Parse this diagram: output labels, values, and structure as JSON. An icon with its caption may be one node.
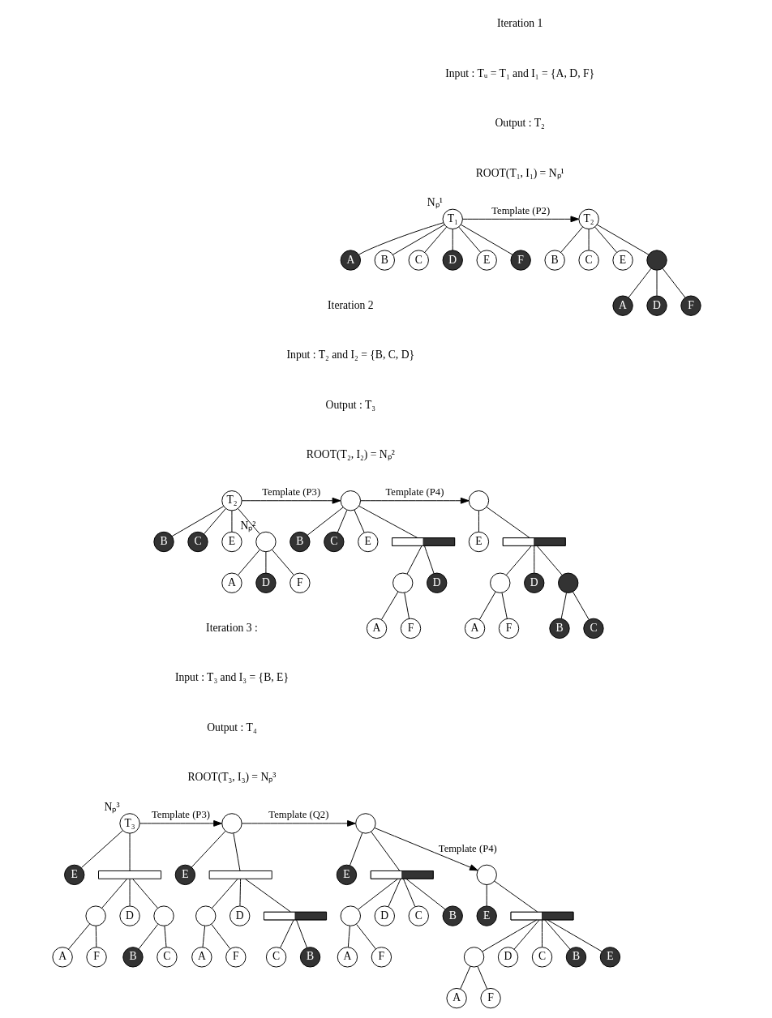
{
  "diagram": {
    "nodes": [
      {
        "text": [
          "T₁"
        ],
        "beside": [
          "Nₚ¹"
        ]
      },
      {
        "text": [
          "A"
        ]
      },
      {
        "text": [
          "B"
        ]
      },
      {
        "text": [
          "C"
        ]
      },
      {
        "text": [
          "D"
        ]
      },
      {
        "text": [
          "E"
        ]
      },
      {
        "text": [
          "F"
        ]
      },
      {
        "text": [
          "T₂"
        ]
      },
      {
        "text": [
          "B"
        ]
      },
      {
        "text": [
          "C"
        ]
      },
      {
        "text": [
          "E"
        ]
      },
      {
        "text": [],
        "shape": "circle"
      },
      {
        "text": [
          "A"
        ]
      },
      {
        "text": [
          "D"
        ]
      },
      {
        "text": [
          "F"
        ]
      },
      {
        "text": [
          "T₂"
        ]
      },
      {
        "text": [
          "B"
        ]
      },
      {
        "text": [
          "C"
        ]
      },
      {
        "text": [
          "E"
        ]
      },
      {
        "text": [],
        "shape": "circle",
        "beside": [
          "Nₚ²"
        ]
      },
      {
        "text": [
          "A"
        ]
      },
      {
        "text": [
          "D"
        ]
      },
      {
        "text": [
          "F"
        ]
      },
      {
        "text": [],
        "shape": "circle"
      },
      {
        "text": [
          "B"
        ]
      },
      {
        "text": [
          "C"
        ]
      },
      {
        "text": [
          "E"
        ]
      },
      {
        "text": [],
        "shape": "bar"
      },
      {
        "text": [],
        "shape": "circle"
      },
      {
        "text": [
          "A"
        ]
      },
      {
        "text": [
          "F"
        ]
      },
      {
        "text": [
          "D"
        ]
      },
      {
        "text": [],
        "shape": "circle"
      },
      {
        "text": [
          "E"
        ]
      },
      {
        "text": [],
        "shape": "bar"
      },
      {
        "text": [],
        "shape": "circle"
      },
      {
        "text": [
          "A"
        ]
      },
      {
        "text": [
          "F"
        ]
      },
      {
        "text": [
          "D"
        ]
      },
      {
        "text": [],
        "shape": "circle"
      },
      {
        "text": [
          "B"
        ]
      },
      {
        "text": [
          "C"
        ]
      },
      {
        "text": [
          "T₃"
        ],
        "beside": [
          "Nₚ³"
        ]
      },
      {
        "text": [
          "E"
        ]
      },
      {
        "text": [],
        "shape": "bar"
      },
      {
        "text": [],
        "shape": "circle"
      },
      {
        "text": [
          "A"
        ]
      },
      {
        "text": [
          "F"
        ]
      },
      {
        "text": [
          "D"
        ]
      },
      {
        "text": [],
        "shape": "circle"
      },
      {
        "text": [
          "B"
        ]
      },
      {
        "text": [
          "C"
        ]
      },
      {
        "text": [],
        "shape": "circle"
      },
      {
        "text": [
          "E"
        ]
      },
      {
        "text": [],
        "shape": "bar"
      },
      {
        "text": [],
        "shape": "circle"
      },
      {
        "text": [
          "A"
        ]
      },
      {
        "text": [
          "F"
        ]
      },
      {
        "text": [
          "D"
        ]
      },
      {
        "text": [],
        "shape": "bar"
      },
      {
        "text": [
          "C"
        ]
      },
      {
        "text": [
          "B"
        ]
      },
      {
        "text": [],
        "shape": "circle"
      },
      {
        "text": [
          "E"
        ]
      },
      {
        "text": [],
        "shape": "bar"
      },
      {
        "text": [],
        "shape": "circle"
      },
      {
        "text": [
          "A"
        ]
      },
      {
        "text": [
          "F"
        ]
      },
      {
        "text": [
          "D"
        ]
      },
      {
        "text": [
          "C"
        ]
      },
      {
        "text": [
          "B"
        ]
      },
      {
        "text": [],
        "shape": "circle"
      },
      {
        "text": [
          "E"
        ]
      },
      {
        "text": [],
        "shape": "bar"
      },
      {
        "text": [],
        "shape": "circle"
      },
      {
        "text": [
          "A"
        ]
      },
      {
        "text": [
          "F"
        ]
      },
      {
        "text": [
          "D"
        ]
      },
      {
        "text": [
          "C"
        ]
      },
      {
        "text": [
          "B"
        ]
      },
      {
        "text": [
          "E"
        ]
      }
    ],
    "edges": [
      {
        "from": 0,
        "to": 1,
        "arrow": "none"
      },
      {
        "from": 0,
        "to": 2,
        "arrow": "none"
      },
      {
        "from": 0,
        "to": 3,
        "arrow": "none"
      },
      {
        "from": 0,
        "to": 4,
        "arrow": "none"
      },
      {
        "from": 0,
        "to": 5,
        "arrow": "none"
      },
      {
        "from": 0,
        "to": 6,
        "arrow": "none"
      },
      {
        "from": 0,
        "to": 7,
        "arrow": "to",
        "label": "Template (P2)"
      },
      {
        "from": 7,
        "to": 8,
        "arrow": "none"
      },
      {
        "from": 7,
        "to": 9,
        "arrow": "none"
      },
      {
        "from": 7,
        "to": 10,
        "arrow": "none"
      },
      {
        "from": 7,
        "to": 11,
        "arrow": "none"
      },
      {
        "from": 11,
        "to": 12,
        "arrow": "none"
      },
      {
        "from": 11,
        "to": 13,
        "arrow": "none"
      },
      {
        "from": 11,
        "to": 14,
        "arrow": "none"
      },
      {
        "from": 15,
        "to": 16,
        "arrow": "none"
      },
      {
        "from": 15,
        "to": 17,
        "arrow": "none"
      },
      {
        "from": 15,
        "to": 18,
        "arrow": "none"
      },
      {
        "from": 15,
        "to": 19,
        "arrow": "none"
      },
      {
        "from": 19,
        "to": 20,
        "arrow": "none"
      },
      {
        "from": 19,
        "to": 21,
        "arrow": "none"
      },
      {
        "from": 19,
        "to": 22,
        "arrow": "none"
      },
      {
        "from": 15,
        "to": 23,
        "arrow": "to",
        "label": "Template (P3)"
      },
      {
        "from": 23,
        "to": 24,
        "arrow": "none"
      },
      {
        "from": 23,
        "to": 25,
        "arrow": "none"
      },
      {
        "from": 23,
        "to": 26,
        "arrow": "none"
      },
      {
        "from": 23,
        "to": 27,
        "arrow": "none"
      },
      {
        "from": 27,
        "to": 28,
        "arrow": "none"
      },
      {
        "from": 28,
        "to": 29,
        "arrow": "none"
      },
      {
        "from": 28,
        "to": 30,
        "arrow": "none"
      },
      {
        "from": 27,
        "to": 31,
        "arrow": "none"
      },
      {
        "from": 23,
        "to": 32,
        "arrow": "to",
        "label": "Template (P4)"
      },
      {
        "from": 32,
        "to": 33,
        "arrow": "none"
      },
      {
        "from": 32,
        "to": 34,
        "arrow": "none"
      },
      {
        "from": 34,
        "to": 35,
        "arrow": "none"
      },
      {
        "from": 35,
        "to": 36,
        "arrow": "none"
      },
      {
        "from": 35,
        "to": 37,
        "arrow": "none"
      },
      {
        "from": 34,
        "to": 38,
        "arrow": "none"
      },
      {
        "from": 34,
        "to": 39,
        "arrow": "none"
      },
      {
        "from": 39,
        "to": 40,
        "arrow": "none"
      },
      {
        "from": 39,
        "to": 41,
        "arrow": "none"
      },
      {
        "from": 42,
        "to": 43,
        "arrow": "none"
      },
      {
        "from": 42,
        "to": 44,
        "arrow": "none"
      },
      {
        "from": 44,
        "to": 45,
        "arrow": "none"
      },
      {
        "from": 45,
        "to": 46,
        "arrow": "none"
      },
      {
        "from": 45,
        "to": 47,
        "arrow": "none"
      },
      {
        "from": 44,
        "to": 48,
        "arrow": "none"
      },
      {
        "from": 44,
        "to": 49,
        "arrow": "none"
      },
      {
        "from": 49,
        "to": 50,
        "arrow": "none"
      },
      {
        "from": 49,
        "to": 51,
        "arrow": "none"
      },
      {
        "from": 42,
        "to": 52,
        "arrow": "to",
        "label": "Template (P3)"
      },
      {
        "from": 52,
        "to": 53,
        "arrow": "none"
      },
      {
        "from": 52,
        "to": 54,
        "arrow": "none"
      },
      {
        "from": 54,
        "to": 55,
        "arrow": "none"
      },
      {
        "from": 55,
        "to": 56,
        "arrow": "none"
      },
      {
        "from": 55,
        "to": 57,
        "arrow": "none"
      },
      {
        "from": 54,
        "to": 58,
        "arrow": "none"
      },
      {
        "from": 54,
        "to": 59,
        "arrow": "none"
      },
      {
        "from": 59,
        "to": 60,
        "arrow": "none"
      },
      {
        "from": 59,
        "to": 61,
        "arrow": "none"
      },
      {
        "from": 52,
        "to": 62,
        "arrow": "to",
        "label": "Template (Q2)"
      },
      {
        "from": 62,
        "to": 63,
        "arrow": "none"
      },
      {
        "from": 62,
        "to": 64,
        "arrow": "none"
      },
      {
        "from": 64,
        "to": 65,
        "arrow": "none"
      },
      {
        "from": 65,
        "to": 66,
        "arrow": "none"
      },
      {
        "from": 65,
        "to": 67,
        "arrow": "none"
      },
      {
        "from": 64,
        "to": 68,
        "arrow": "none"
      },
      {
        "from": 64,
        "to": 69,
        "arrow": "none"
      },
      {
        "from": 64,
        "to": 70,
        "arrow": "none"
      },
      {
        "from": 62,
        "to": 71,
        "arrow": "to",
        "label": "Template (P4)"
      },
      {
        "from": 71,
        "to": 72,
        "arrow": "none"
      },
      {
        "from": 71,
        "to": 73,
        "arrow": "none"
      },
      {
        "from": 73,
        "to": 74,
        "arrow": "none"
      },
      {
        "from": 74,
        "to": 75,
        "arrow": "none"
      },
      {
        "from": 74,
        "to": 76,
        "arrow": "none"
      },
      {
        "from": 73,
        "to": 77,
        "arrow": "none"
      },
      {
        "from": 73,
        "to": 78,
        "arrow": "none"
      },
      {
        "from": 73,
        "to": 79,
        "arrow": "none"
      },
      {
        "from": 73,
        "to": 80,
        "arrow": "none"
      }
    ],
    "labels": [
      "Iteration 1",
      "Input : Tᵤ = T₁ and I₁ = {A, D, F}",
      "Output : T₂",
      "ROOT(T₁, I₁) = Nₚ¹",
      "Iteration 2",
      "Input : T₂ and I₂ = {B, C, D}",
      "Output : T₃",
      "ROOT(T₂, I₂) = Nₚ²",
      "Iteration 3 :",
      "Input : T₃ and I₃ = {B, E}",
      "Output : T₄",
      "ROOT(T₃, I₃) = Nₚ³"
    ]
  }
}
